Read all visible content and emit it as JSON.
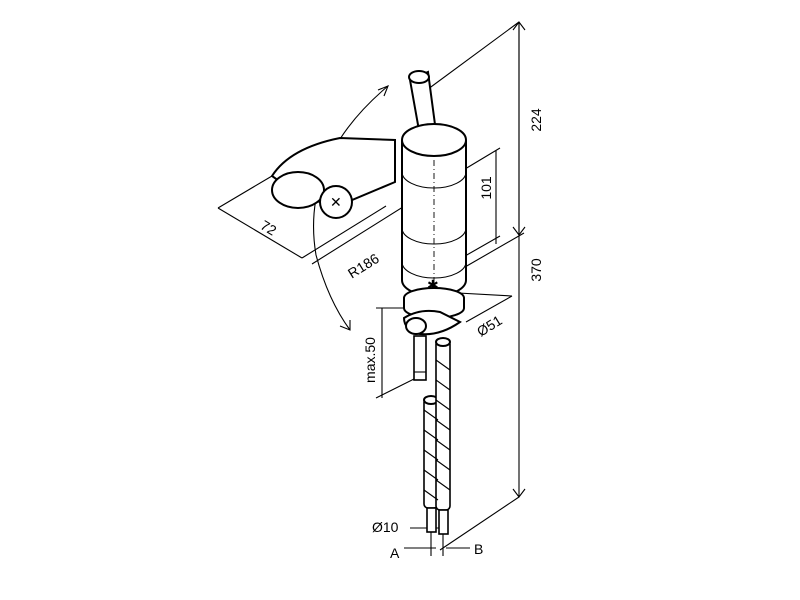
{
  "dimensions": {
    "height_total": "370",
    "height_spout": "224",
    "height_body": "101",
    "lever_width": "72",
    "swivel_radius": "R186",
    "max_deck_thickness": "max.50",
    "base_diameter": "Ø51",
    "hose_diameter": "Ø10"
  },
  "connections": {
    "a": "A",
    "b": "B"
  }
}
